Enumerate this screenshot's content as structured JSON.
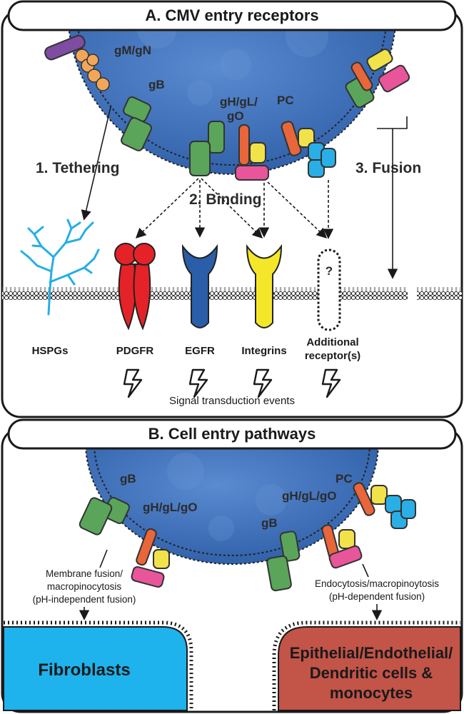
{
  "panel_a": {
    "title": "A. CMV entry receptors",
    "glycoproteins": {
      "gmgn": "gM/gN",
      "gb": "gB",
      "ghglgo_line1": "gH/gL/",
      "ghglgo_line2": "gO",
      "pc": "PC"
    },
    "steps": {
      "tethering": "1. Tethering",
      "binding": "2. Binding",
      "fusion": "3. Fusion"
    },
    "receptors": {
      "hspg": "HSPGs",
      "pdgfr": "PDGFR",
      "egfr": "EGFR",
      "integrins": "Integrins",
      "additional_line1": "Additional",
      "additional_line2": "receptor(s)",
      "unknown_mark": "?"
    },
    "signal_text": "Signal transduction events"
  },
  "panel_b": {
    "title": "B. Cell entry pathways",
    "labels": {
      "gb_left": "gB",
      "ghglgo_left": "gH/gL/gO",
      "pc_right": "PC",
      "ghglgo_right": "gH/gL/gO",
      "gb_right": "gB"
    },
    "left_path": [
      "Membrane fusion/",
      "macropinocytosis",
      "(pH-independent fusion)"
    ],
    "right_path": [
      "Endocytosis/macropinoytosis",
      "(pH-dependent fusion)"
    ],
    "fibroblasts": "Fibroblasts",
    "other_cells": [
      "Epithelial/Endothelial/",
      "Dendritic cells &",
      "monocytes"
    ]
  },
  "colors": {
    "virion": "#3d70b8",
    "gb_green": "#5aa55a",
    "orange_ghgl": "#e8663a",
    "go_pink": "#e8559a",
    "yellow": "#f2e24a",
    "pc_blue": "#2aaee6",
    "pdgfr_red": "#e52227",
    "egfr_blue": "#2a5ea8",
    "integrin_yellow": "#f4e72a",
    "hspg_cyan": "#26aee6",
    "fibroblast_cyan": "#1eb3ec",
    "epithelial_red": "#c25448",
    "gmgn_purple": "#7e4ca0",
    "gmgn_orange": "#f2a65a"
  }
}
